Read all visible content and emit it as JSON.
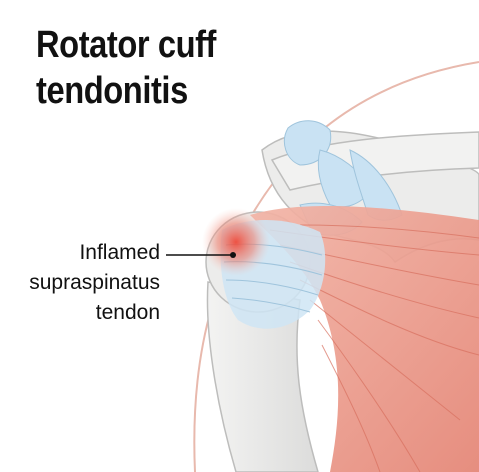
{
  "title": {
    "line1": "Rotator cuff",
    "line2": "tendonitis"
  },
  "label": {
    "line1": "Inflamed",
    "line2": "supraspinatus",
    "line3": "tendon"
  },
  "colors": {
    "skin_outline": "#e8b9ad",
    "bone": "#ededec",
    "bone_outline": "#b8b8b8",
    "tendon": "#c9e2f3",
    "muscle": "#ea9b8c",
    "muscle_dark": "#d66d5e",
    "inflammation": "#ef5a4a",
    "text": "#111111"
  }
}
